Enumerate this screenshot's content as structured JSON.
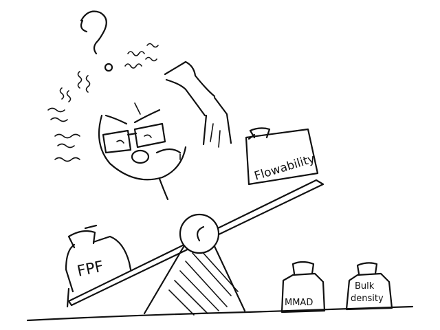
{
  "weights": {
    "flowability": "Flowability",
    "fpf": "FPF",
    "mmad": "MMAD",
    "bulk_density_line1": "Bulk",
    "bulk_density_line2": "density"
  },
  "question_mark": "?"
}
